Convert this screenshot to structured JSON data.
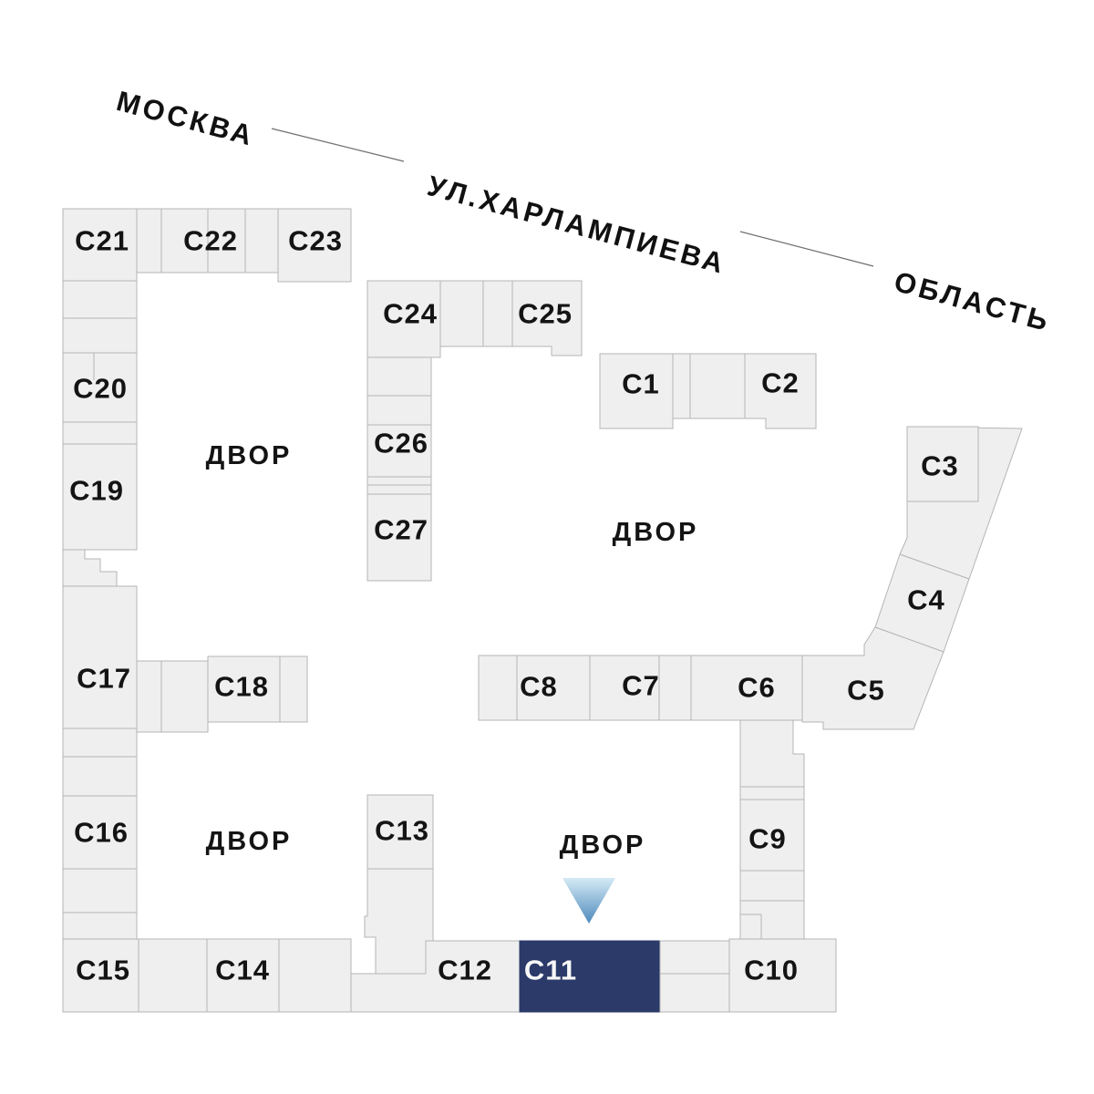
{
  "theme": {
    "background": "#ffffff",
    "building_fill": "#efefef",
    "building_stroke": "#b5b5b5",
    "highlight_fill": "#2b3a69",
    "highlight_label_color": "#f7f7f7",
    "label_color": "#141414",
    "street_label_color": "#111111",
    "street_line_color": "#6f6f6f",
    "arrow_gradient_top": "#d4eaf5",
    "arrow_gradient_bottom": "#4e8abc"
  },
  "map": {
    "street": {
      "city_label": "МОСКВА",
      "street_label": "УЛ.ХАРЛАМПИЕВА",
      "region_label": "ОБЛАСТЬ"
    },
    "courtyard_label": "ДВОР",
    "selected_building_id": "c11",
    "buildings": {
      "c1": {
        "label": "С1"
      },
      "c2": {
        "label": "С2"
      },
      "c3": {
        "label": "С3"
      },
      "c4": {
        "label": "С4"
      },
      "c5": {
        "label": "С5"
      },
      "c6": {
        "label": "С6"
      },
      "c7": {
        "label": "С7"
      },
      "c8": {
        "label": "С8"
      },
      "c9": {
        "label": "С9"
      },
      "c10": {
        "label": "С10"
      },
      "c11": {
        "label": "С11"
      },
      "c12": {
        "label": "С12"
      },
      "c13": {
        "label": "С13"
      },
      "c14": {
        "label": "С14"
      },
      "c15": {
        "label": "С15"
      },
      "c16": {
        "label": "С16"
      },
      "c17": {
        "label": "С17"
      },
      "c18": {
        "label": "С18"
      },
      "c19": {
        "label": "С19"
      },
      "c20": {
        "label": "С20"
      },
      "c21": {
        "label": "С21"
      },
      "c22": {
        "label": "С22"
      },
      "c23": {
        "label": "С23"
      },
      "c24": {
        "label": "С24"
      },
      "c25": {
        "label": "С25"
      },
      "c26": {
        "label": "С26"
      },
      "c27": {
        "label": "С27"
      }
    }
  }
}
